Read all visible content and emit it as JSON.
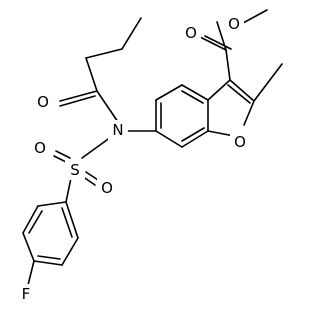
{
  "molecule": {
    "atom_labels": {
      "ester_carbonyl_oxygen": "O",
      "ester_ether_oxygen": "O",
      "furan_oxygen": "O",
      "amide_oxygen": "O",
      "nitrogen": "N",
      "sulfur": "S",
      "sulfonyl_oxygen_left": "O",
      "sulfonyl_oxygen_right": "O",
      "fluorine": "F"
    },
    "colors": {
      "bond": "#000000",
      "label": "#000000",
      "background": "#ffffff"
    }
  }
}
